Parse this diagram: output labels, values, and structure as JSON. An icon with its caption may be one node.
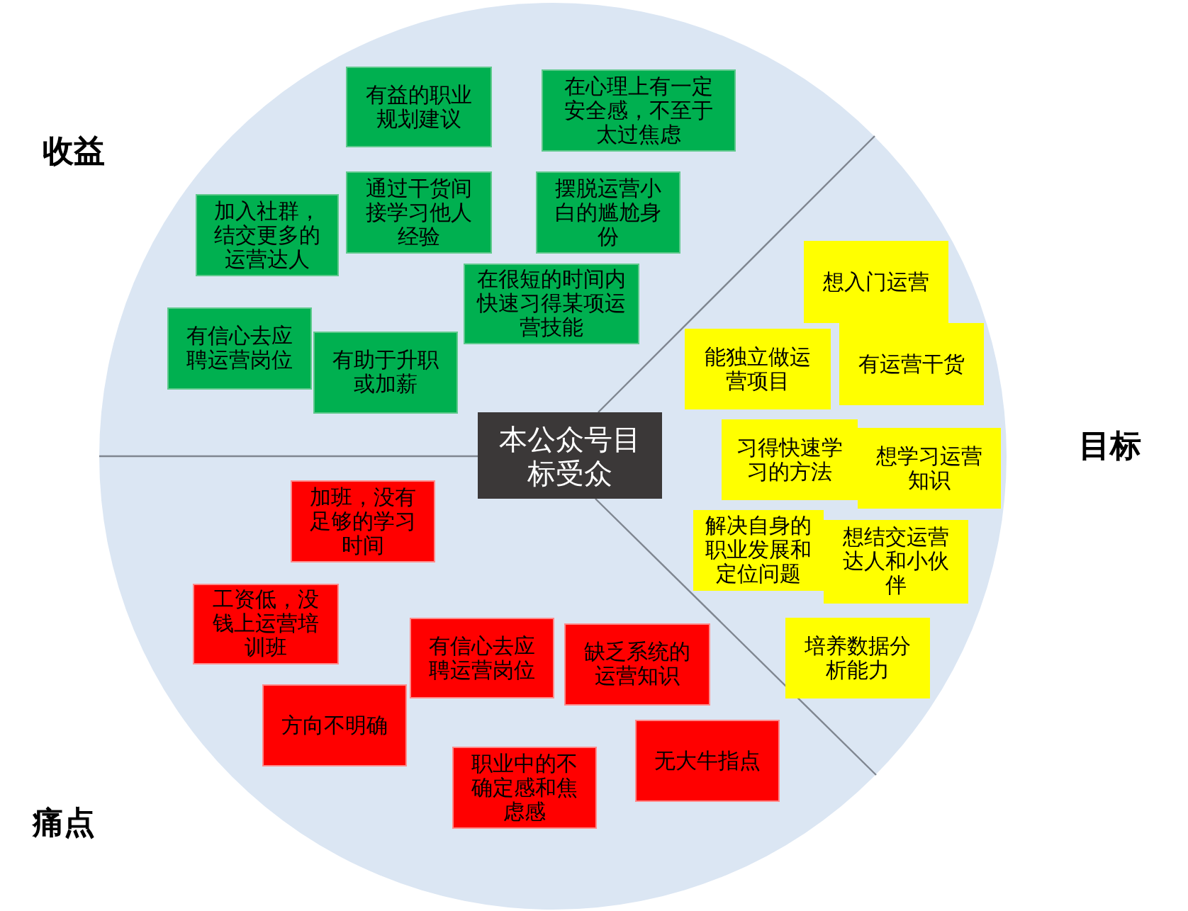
{
  "diagram": {
    "nodes": [
      {
        "text": [],
        "shape": "circle"
      },
      {
        "text": [
          "有益的职业规划建议"
        ],
        "in": 0
      },
      {
        "text": [
          "在心理上有一定安全感，不至于太过焦虑"
        ],
        "in": 0
      },
      {
        "text": [
          "加入社群，结交更多的运营达人"
        ],
        "in": 0
      },
      {
        "text": [
          "通过干货间接学习他人经验"
        ],
        "in": 0
      },
      {
        "text": [
          "摆脱运营小白的尴尬身份"
        ],
        "in": 0
      },
      {
        "text": [
          "在很短的时间内快速习得某项运营技能"
        ],
        "in": 0
      },
      {
        "text": [
          "有信心去应聘运营岗位"
        ],
        "in": 0
      },
      {
        "text": [
          "有助于升职或加薪"
        ],
        "in": 0
      },
      {
        "text": [
          "本公众号目标受众"
        ],
        "in": 0
      },
      {
        "text": [
          "想入门运营"
        ],
        "in": 0
      },
      {
        "text": [
          "能独立做运营项目"
        ],
        "in": 0
      },
      {
        "text": [
          "有运营干货"
        ],
        "in": 0
      },
      {
        "text": [
          "习得快速学习的方法"
        ],
        "in": 0
      },
      {
        "text": [
          "想学习运营知识"
        ],
        "in": 0
      },
      {
        "text": [
          "解决自身的职业发展和定位问题"
        ],
        "in": 0
      },
      {
        "text": [
          "想结交运营达人和小伙伴"
        ],
        "in": 0
      },
      {
        "text": [
          "培养数据分析能力"
        ],
        "in": 0
      },
      {
        "text": [
          "加班，没有足够的学习时间"
        ],
        "in": 0
      },
      {
        "text": [
          "工资低，没钱上运营培训班"
        ],
        "in": 0
      },
      {
        "text": [
          "有信心去应聘运营岗位"
        ],
        "in": 0
      },
      {
        "text": [
          "缺乏系统的运营知识"
        ],
        "in": 0
      },
      {
        "text": [
          "方向不明确"
        ],
        "in": 0
      },
      {
        "text": [
          "职业中的不确定感和焦虑感"
        ],
        "in": 0
      },
      {
        "text": [
          "无大牛指点"
        ],
        "in": 0
      }
    ],
    "labels": [
      "收益",
      "目标",
      "痛点"
    ]
  }
}
